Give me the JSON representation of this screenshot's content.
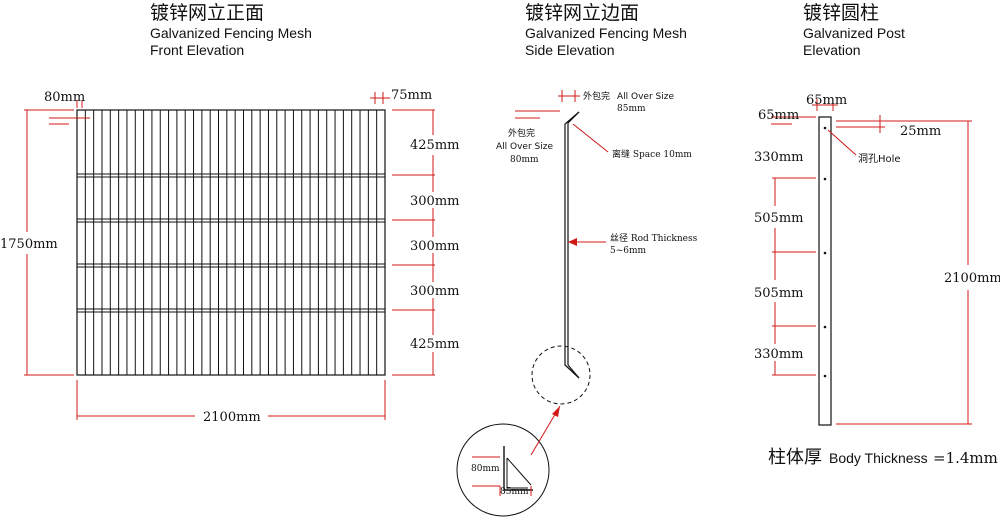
{
  "colors": {
    "line": "#111111",
    "dimension": "#d01818",
    "background": "#ffffff"
  },
  "front": {
    "title_zh": "镀锌网立正面",
    "title_en1": "Galvanized Fencing Mesh",
    "title_en2": "Front Elevation",
    "dim_left_offset": "80mm",
    "dim_right_offset": "75mm",
    "dim_height": "1750mm",
    "dim_width": "2100mm",
    "row_spacings": [
      "425mm",
      "300mm",
      "300mm",
      "300mm",
      "425mm"
    ]
  },
  "side": {
    "title_zh": "镀锌网立边面",
    "title_en1": "Galvanized Fencing Mesh",
    "title_en2": "Side Elevation",
    "top_label_zh": "外包完",
    "top_label_en": "All Over Size",
    "top_label_value": "85mm",
    "left_label_zh": "外包完",
    "left_label_en": "All Over Size",
    "left_label_value": "80mm",
    "space_label": "离缝 Space 10mm",
    "rod_label": "丝径 Rod Thickness",
    "rod_value": "5~6mm",
    "detail_dim_v": "80mm",
    "detail_dim_h": "85mm"
  },
  "post": {
    "title_zh": "镀锌圆柱",
    "title_en1": "Galvanized Post",
    "title_en2": "Elevation",
    "dim_left": "65mm",
    "dim_top": "65mm",
    "dim_right": "25mm",
    "hole_label": "洞孔Hole",
    "hole_spacings": [
      "330mm",
      "505mm",
      "505mm",
      "330mm"
    ],
    "dim_height": "2100mm",
    "thickness_zh": "柱体厚",
    "thickness_en": "Body Thickness",
    "thickness_value": "=1.4mm"
  }
}
